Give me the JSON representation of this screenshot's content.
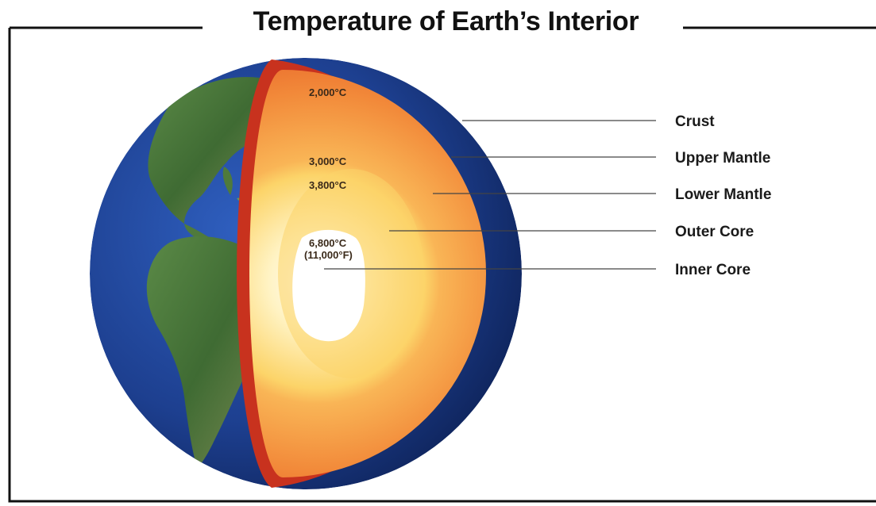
{
  "title": "Temperature of Earth’s Interior",
  "layers": [
    {
      "key": "crust",
      "label": "Crust",
      "color": "#c8321e"
    },
    {
      "key": "upper_mantle",
      "label": "Upper Mantle",
      "color": "#f07a32"
    },
    {
      "key": "lower_mantle",
      "label": "Lower Mantle",
      "color": "#f59a45"
    },
    {
      "key": "outer_core",
      "label": "Outer Core",
      "color": "#fcd469"
    },
    {
      "key": "inner_core",
      "label": "Inner Core",
      "color": "#ffffff"
    }
  ],
  "temperatures": [
    {
      "text": "2,000°C"
    },
    {
      "text": "3,000°C"
    },
    {
      "text": "3,800°C"
    },
    {
      "text": "6,800°C"
    },
    {
      "text": "(11,000°F)"
    }
  ],
  "colors": {
    "ocean": "#1d3f8f",
    "land": "#4f7a3c",
    "frame": "#111111"
  }
}
